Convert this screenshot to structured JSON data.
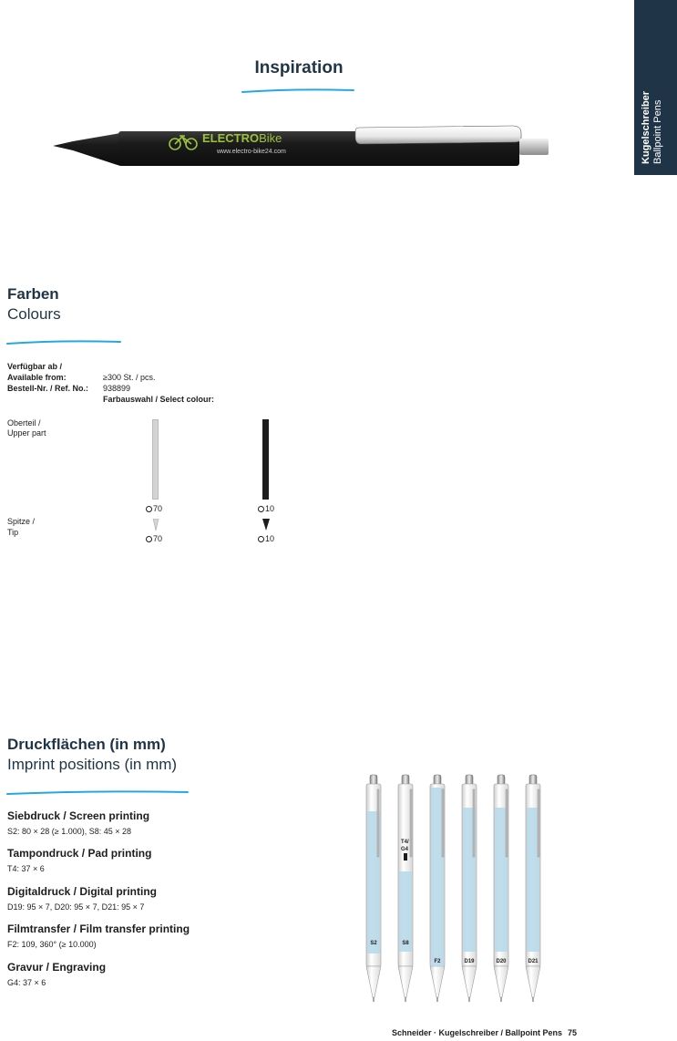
{
  "side_tab": {
    "line1": "Kugelschreiber",
    "line2": "Ballpoint Pens"
  },
  "inspiration": {
    "title": "Inspiration",
    "logo_text_bold": "ELECTRO",
    "logo_text_light": "Bike",
    "logo_url": "www.electro-bike24.com"
  },
  "colours": {
    "title_de": "Farben",
    "title_en": "Colours",
    "available_label": "Verfügbar ab /",
    "available_label_en": "Available from:",
    "available_value": "≥300 St. / pcs.",
    "ref_label": "Bestell-Nr. / Ref. No.:",
    "ref_value": "938899",
    "select_label": "Farbauswahl / Select colour:",
    "upper_part_de": "Oberteil /",
    "upper_part_en": "Upper part",
    "tip_de": "Spitze /",
    "tip_en": "Tip",
    "swatches": [
      {
        "code": "70",
        "color": "#d4d4d4"
      },
      {
        "code": "10",
        "color": "#1d1d1b"
      }
    ]
  },
  "imprint": {
    "title_de": "Druckflächen (in mm)",
    "title_en": "Imprint positions (in mm)",
    "methods": [
      {
        "name": "Siebdruck / Screen printing",
        "value": "S2: 80 × 28 (≥ 1.000), S8: 45 × 28"
      },
      {
        "name": "Tampondruck / Pad printing",
        "value": "T4: 37 × 6"
      },
      {
        "name": "Digitaldruck / Digital printing",
        "value": "D19: 95 × 7, D20: 95 × 7, D21: 95 × 7"
      },
      {
        "name": "Filmtransfer / Film transfer printing",
        "value": "F2: 109, 360° (≥ 10.000)"
      },
      {
        "name": "Gravur / Engraving",
        "value": "G4: 37 × 6"
      }
    ],
    "pen_labels": [
      "S2",
      "S8",
      "F2",
      "D19",
      "D20",
      "D21"
    ],
    "pen_s8_extra": "T4/\nG4",
    "highlight_color": "#b9d9ea"
  },
  "footer": {
    "text": "Schneider · Kugelschreiber / Ballpoint Pens",
    "page": "75"
  },
  "colors": {
    "navy": "#1f3547",
    "accent_blue": "#27a7e0"
  }
}
